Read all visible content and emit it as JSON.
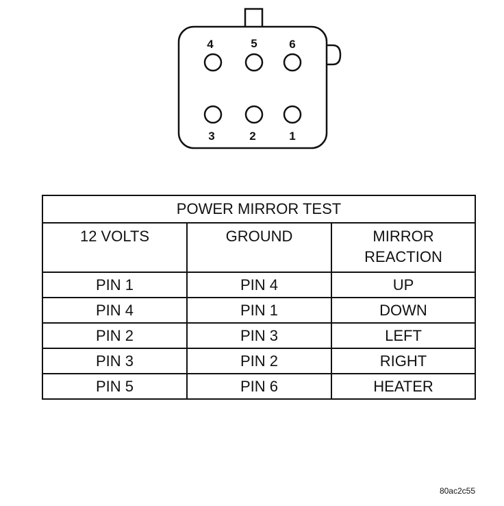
{
  "connector": {
    "pins_top": [
      "4",
      "5",
      "6"
    ],
    "pins_bottom": [
      "3",
      "2",
      "1"
    ]
  },
  "table": {
    "title": "POWER MIRROR TEST",
    "headers": [
      "12 VOLTS",
      "GROUND",
      "MIRROR\nREACTION"
    ],
    "rows": [
      [
        "PIN 1",
        "PIN 4",
        "UP"
      ],
      [
        "PIN 4",
        "PIN 1",
        "DOWN"
      ],
      [
        "PIN 2",
        "PIN 3",
        "LEFT"
      ],
      [
        "PIN 3",
        "PIN 2",
        "RIGHT"
      ],
      [
        "PIN 5",
        "PIN 6",
        "HEATER"
      ]
    ]
  },
  "figure_code": "80ac2c55"
}
